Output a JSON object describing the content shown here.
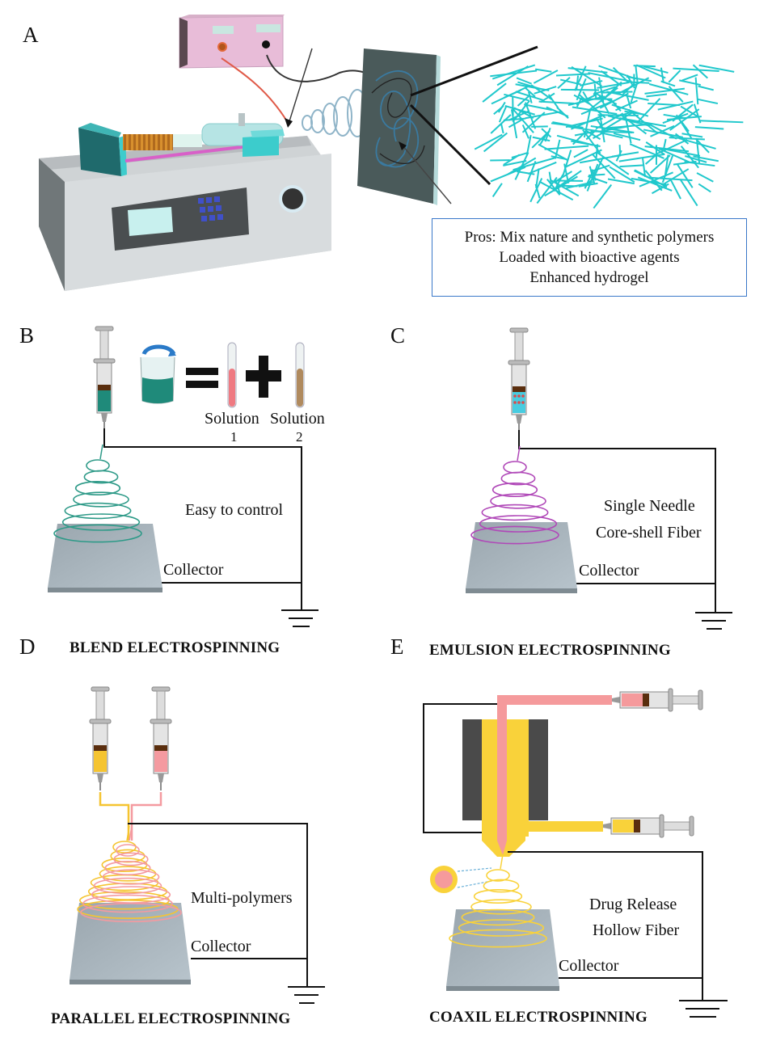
{
  "figure": {
    "panels": {
      "A": {
        "letter": "A",
        "pros_lines": [
          "Pros: Mix nature and synthetic polymers",
          "Loaded with bioactive  agents",
          "Enhanced hydrogel"
        ]
      },
      "B": {
        "letter": "B",
        "title": "BLEND ELECTROSPINNING",
        "solution1_label": "Solution",
        "solution1_number": "1",
        "solution2_label": "Solution",
        "solution2_number": "2",
        "feature": "Easy to control",
        "collector": "Collector",
        "fiber_color": "#2e9a88"
      },
      "C": {
        "letter": "C",
        "title": "EMULSION ELECTROSPINNING",
        "feature_lines": [
          "Single Needle",
          "Core-shell Fiber"
        ],
        "collector": "Collector",
        "fiber_color": "#b048b8"
      },
      "D": {
        "letter": "D",
        "title": "PARALLEL ELECTROSPINNING",
        "feature": "Multi-polymers",
        "collector": "Collector",
        "fiber_colors": [
          "#f5c431",
          "#f49aa0"
        ]
      },
      "E": {
        "letter": "E",
        "title": "COAXIL ELECTROSPINNING",
        "feature_lines": [
          "Drug Release",
          "Hollow Fiber"
        ],
        "collector": "Collector",
        "core_color": "#f59a9c",
        "shell_color": "#f9d23a"
      }
    },
    "colors": {
      "pros_border": "#3a78c9",
      "fiber_mesh": "#20c8cc",
      "power_supply": "#e8bcd8",
      "pump_body": "#c8ccce"
    }
  }
}
